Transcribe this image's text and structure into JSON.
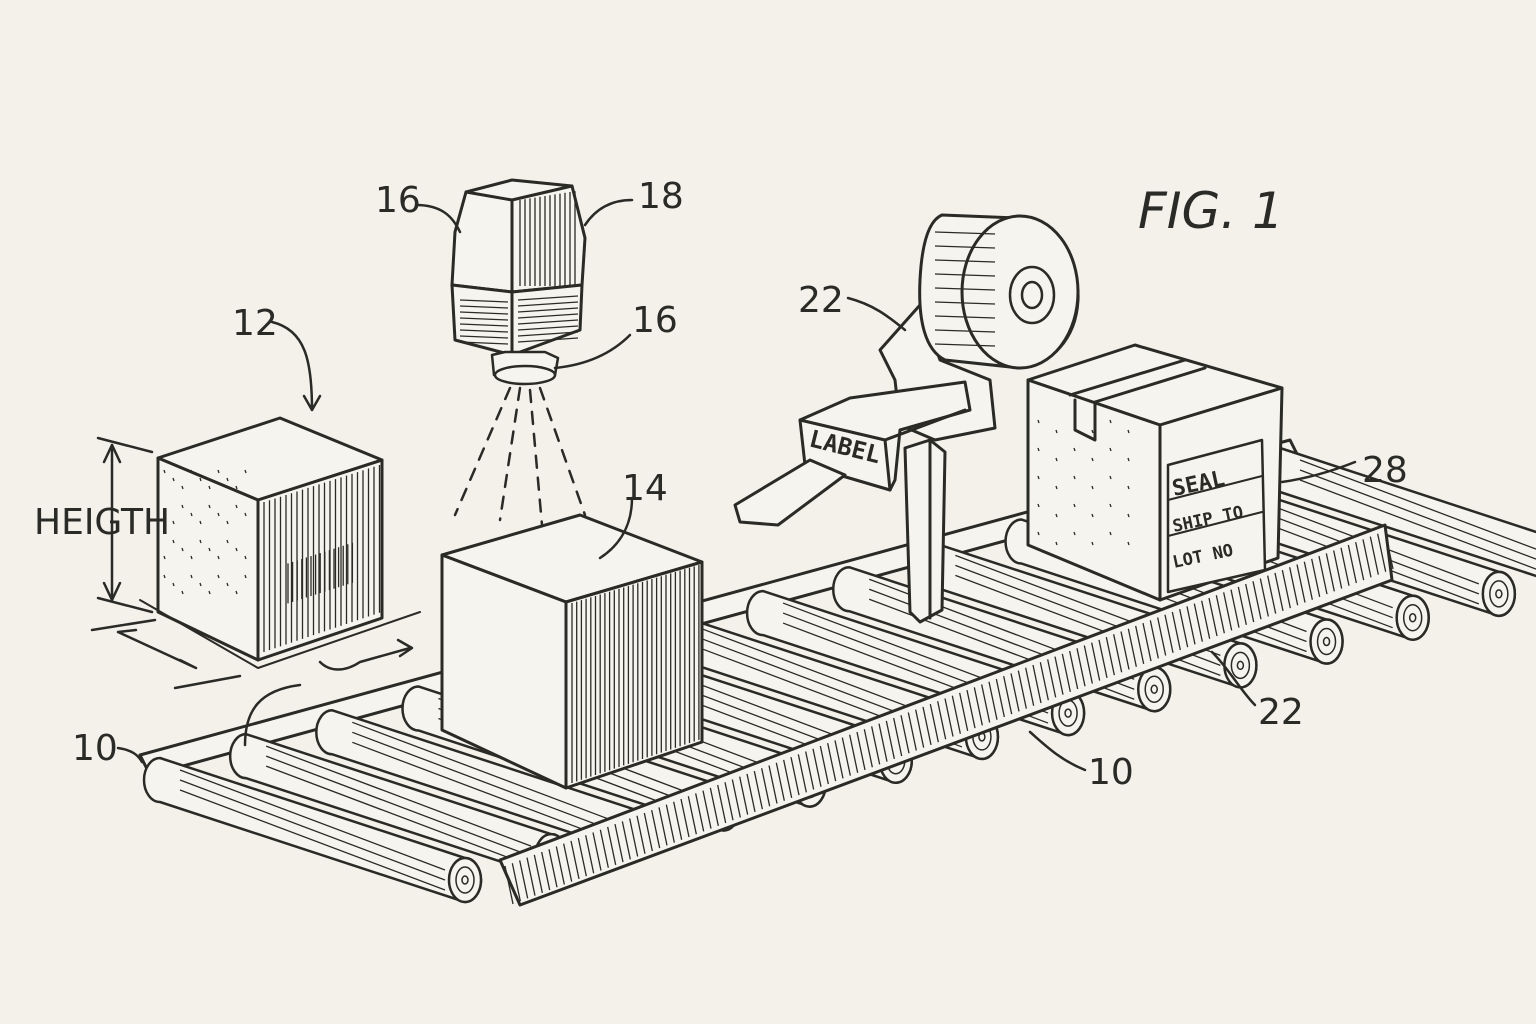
{
  "figure": {
    "title": "FIG. 1"
  },
  "dimension": {
    "height_label": "HEIGTH"
  },
  "labels": {
    "camera_top_left": "16",
    "camera_top_right": "18",
    "camera_lens": "16",
    "box_incoming": "12",
    "box_scanned": "14",
    "labeler": "22",
    "conveyor_rail": "22",
    "sealed_box": "28",
    "conveyor_left": "10",
    "conveyor_right": "10"
  },
  "label_strip": {
    "text": "LABEL"
  },
  "sealed_box_label": {
    "line1": "SEAL",
    "line2": "SHIP TO",
    "line3": "LOT NO"
  }
}
